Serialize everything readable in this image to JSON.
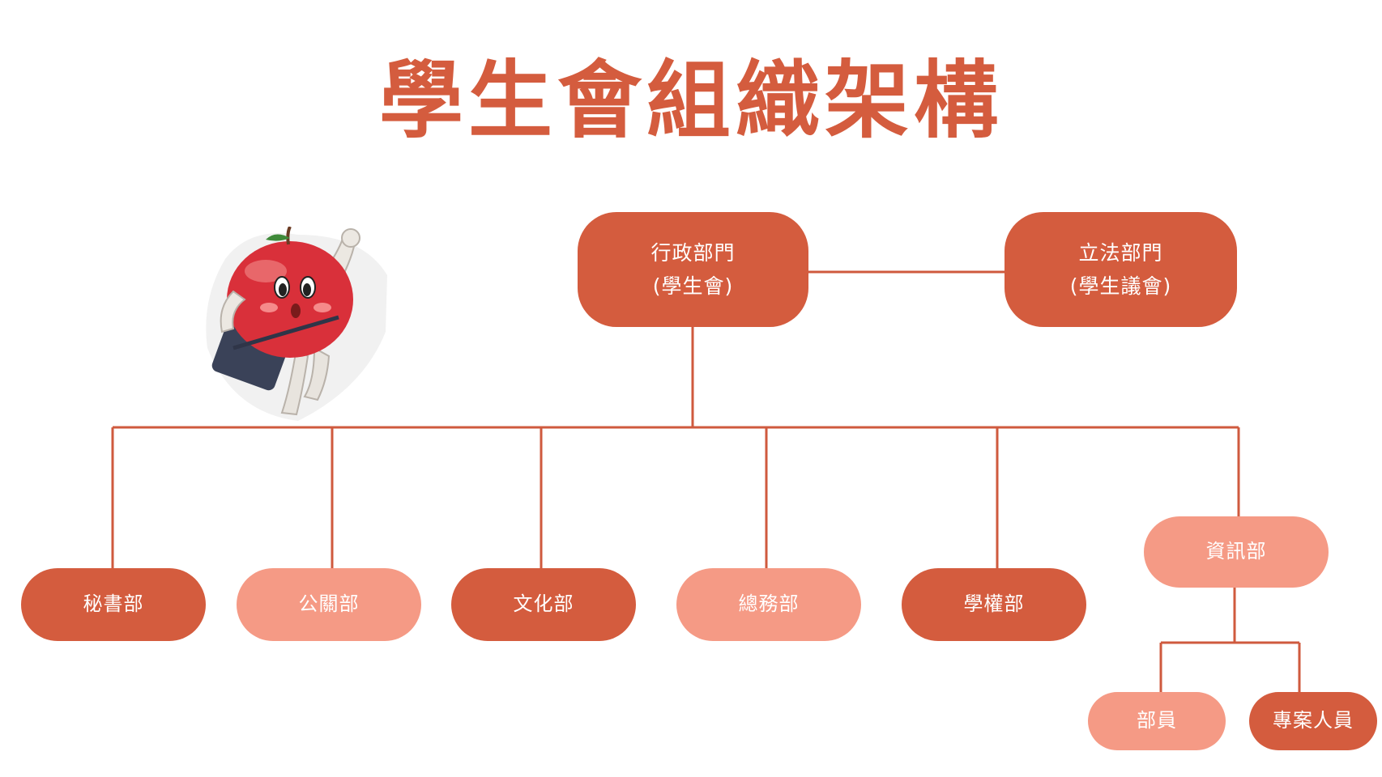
{
  "title": "學生會組織架構",
  "colors": {
    "title": "#d45c3e",
    "dark": "#d45c3e",
    "light": "#f59a85",
    "line": "#cf5a3e"
  },
  "executive": {
    "line1": "行政部門",
    "line2": "(學生會)"
  },
  "legislative": {
    "line1": "立法部門",
    "line2": "(學生議會)"
  },
  "departments": [
    "秘書部",
    "公關部",
    "文化部",
    "總務部",
    "學權部",
    "資訊部"
  ],
  "info_sub": [
    "部員",
    "專案人員"
  ]
}
